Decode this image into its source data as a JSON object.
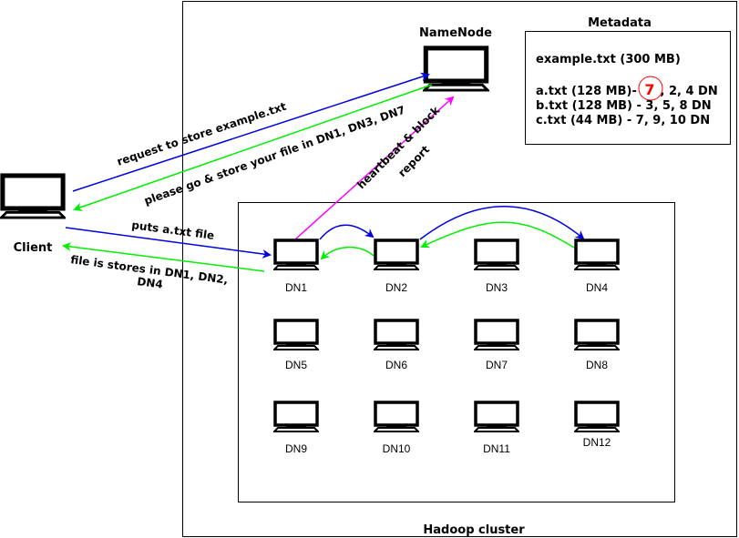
{
  "hadoop_cluster_label": "Hadoop cluster",
  "namenode": {
    "label": "NameNode"
  },
  "client": {
    "label": "Client"
  },
  "metadata": {
    "title": "Metadata",
    "file": "example.txt (300 MB)",
    "rows": [
      {
        "prefix": "a.txt (128 MB)- ",
        "highlight": "7",
        "suffix": ", 2, 4 DN"
      },
      {
        "text": "b.txt (128 MB) - 3, 5, 8 DN"
      },
      {
        "text": "c.txt (44 MB) - 7, 9, 10 DN"
      }
    ],
    "highlight_color": "#ff0000"
  },
  "datanodes": [
    "DN1",
    "DN2",
    "DN3",
    "DN4",
    "DN5",
    "DN6",
    "DN7",
    "DN8",
    "DN9",
    "DN10",
    "DN11",
    "DN12"
  ],
  "arrows": {
    "request": "request to store example.txt",
    "reply": "please go & store your file in DN1, DN3, DN7",
    "heartbeat_line1": "heartbeat & block",
    "heartbeat_line2": "report",
    "puts": "puts a.txt file",
    "stored_line1": "file is stores in DN1, DN2,",
    "stored_line2": "DN4"
  },
  "colors": {
    "request": "#0000dd",
    "reply": "#00ee00",
    "heartbeat": "#ff00ff"
  }
}
